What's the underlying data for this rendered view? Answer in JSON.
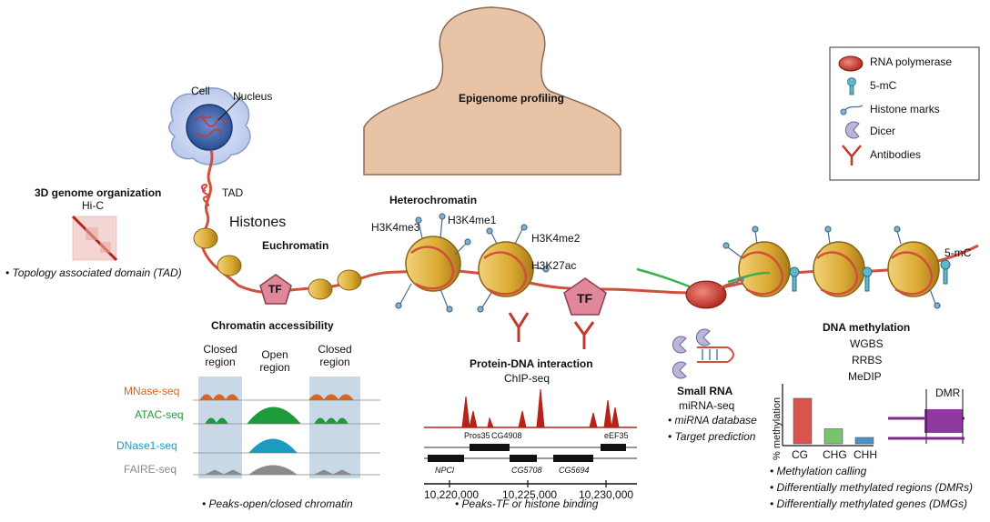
{
  "title": "Epigenome profiling",
  "legend": [
    {
      "label": "RNA polymerase",
      "icon": "rna-polymerase-icon"
    },
    {
      "label": "5-mC",
      "icon": "5mc-icon"
    },
    {
      "label": "Histone marks",
      "icon": "histone-mark-icon"
    },
    {
      "label": "Dicer",
      "icon": "dicer-icon"
    },
    {
      "label": "Antibodies",
      "icon": "antibody-icon"
    }
  ],
  "cell": {
    "cell_label": "Cell",
    "nucleus_label": "Nucleus",
    "tad_label": "TAD",
    "histones_label": "Histones"
  },
  "genome3d": {
    "heading": "3D genome organization",
    "method": "Hi-C",
    "note": "• Topology associated domain (TAD)"
  },
  "chromatin_states": {
    "euchromatin": "Euchromatin",
    "heterochromatin": "Heterochromatin",
    "tf": "TF",
    "tf2": "TF"
  },
  "histone_marks": [
    "H3K4me3",
    "H3K4me1",
    "H3K4me2",
    "H3K27ac"
  ],
  "mc_label": "5-mC",
  "accessibility": {
    "heading": "Chromatin accessibility",
    "closed_left": "Closed\nregion",
    "open": "Open\nregion",
    "closed_right": "Closed\nregion",
    "tracks": [
      {
        "name": "MNase-seq",
        "color": "#d8641e"
      },
      {
        "name": "ATAC-seq",
        "color": "#1f9a3a"
      },
      {
        "name": "DNase1-seq",
        "color": "#1b9bc0"
      },
      {
        "name": "FAIRE-seq",
        "color": "#8a8a8a"
      }
    ],
    "note": "• Peaks-open/closed chromatin"
  },
  "protein_dna": {
    "heading": "Protein-DNA interaction",
    "method": "ChIP-seq",
    "genes_top": [
      "Pros35",
      "CG4908",
      "eEF35"
    ],
    "genes_bottom": [
      "NPCl",
      "CG5708",
      "CG5694"
    ],
    "positions": [
      "10,220,000",
      "10,225,000",
      "10,230,000"
    ],
    "note": "• Peaks-TF or histone binding"
  },
  "small_rna": {
    "heading": "Small RNA",
    "method": "miRNA-seq",
    "notes": [
      "• miRNA database",
      "• Target prediction"
    ]
  },
  "methylation": {
    "heading": "DNA methylation",
    "methods": [
      "WGBS",
      "RRBS",
      "MeDIP"
    ],
    "ylabel": "% methylation",
    "dmr_label": "DMR",
    "notes": [
      "• Methylation calling",
      "• Differentially methylated regions (DMRs)",
      "• Differentially methylated genes (DMGs)"
    ]
  },
  "chart_data": {
    "type": "bar",
    "categories": [
      "CG",
      "CHG",
      "CHH"
    ],
    "values": [
      100,
      33,
      14
    ],
    "ylabel": "% methylation",
    "colors": [
      "#d9534f",
      "#7ac26b",
      "#4a8fd0"
    ]
  },
  "colors": {
    "dna": "#d0503c",
    "histone": "#d9a932",
    "tf": "#e0889a",
    "polymerase": "#c0392b",
    "antibody": "#c0392b"
  }
}
